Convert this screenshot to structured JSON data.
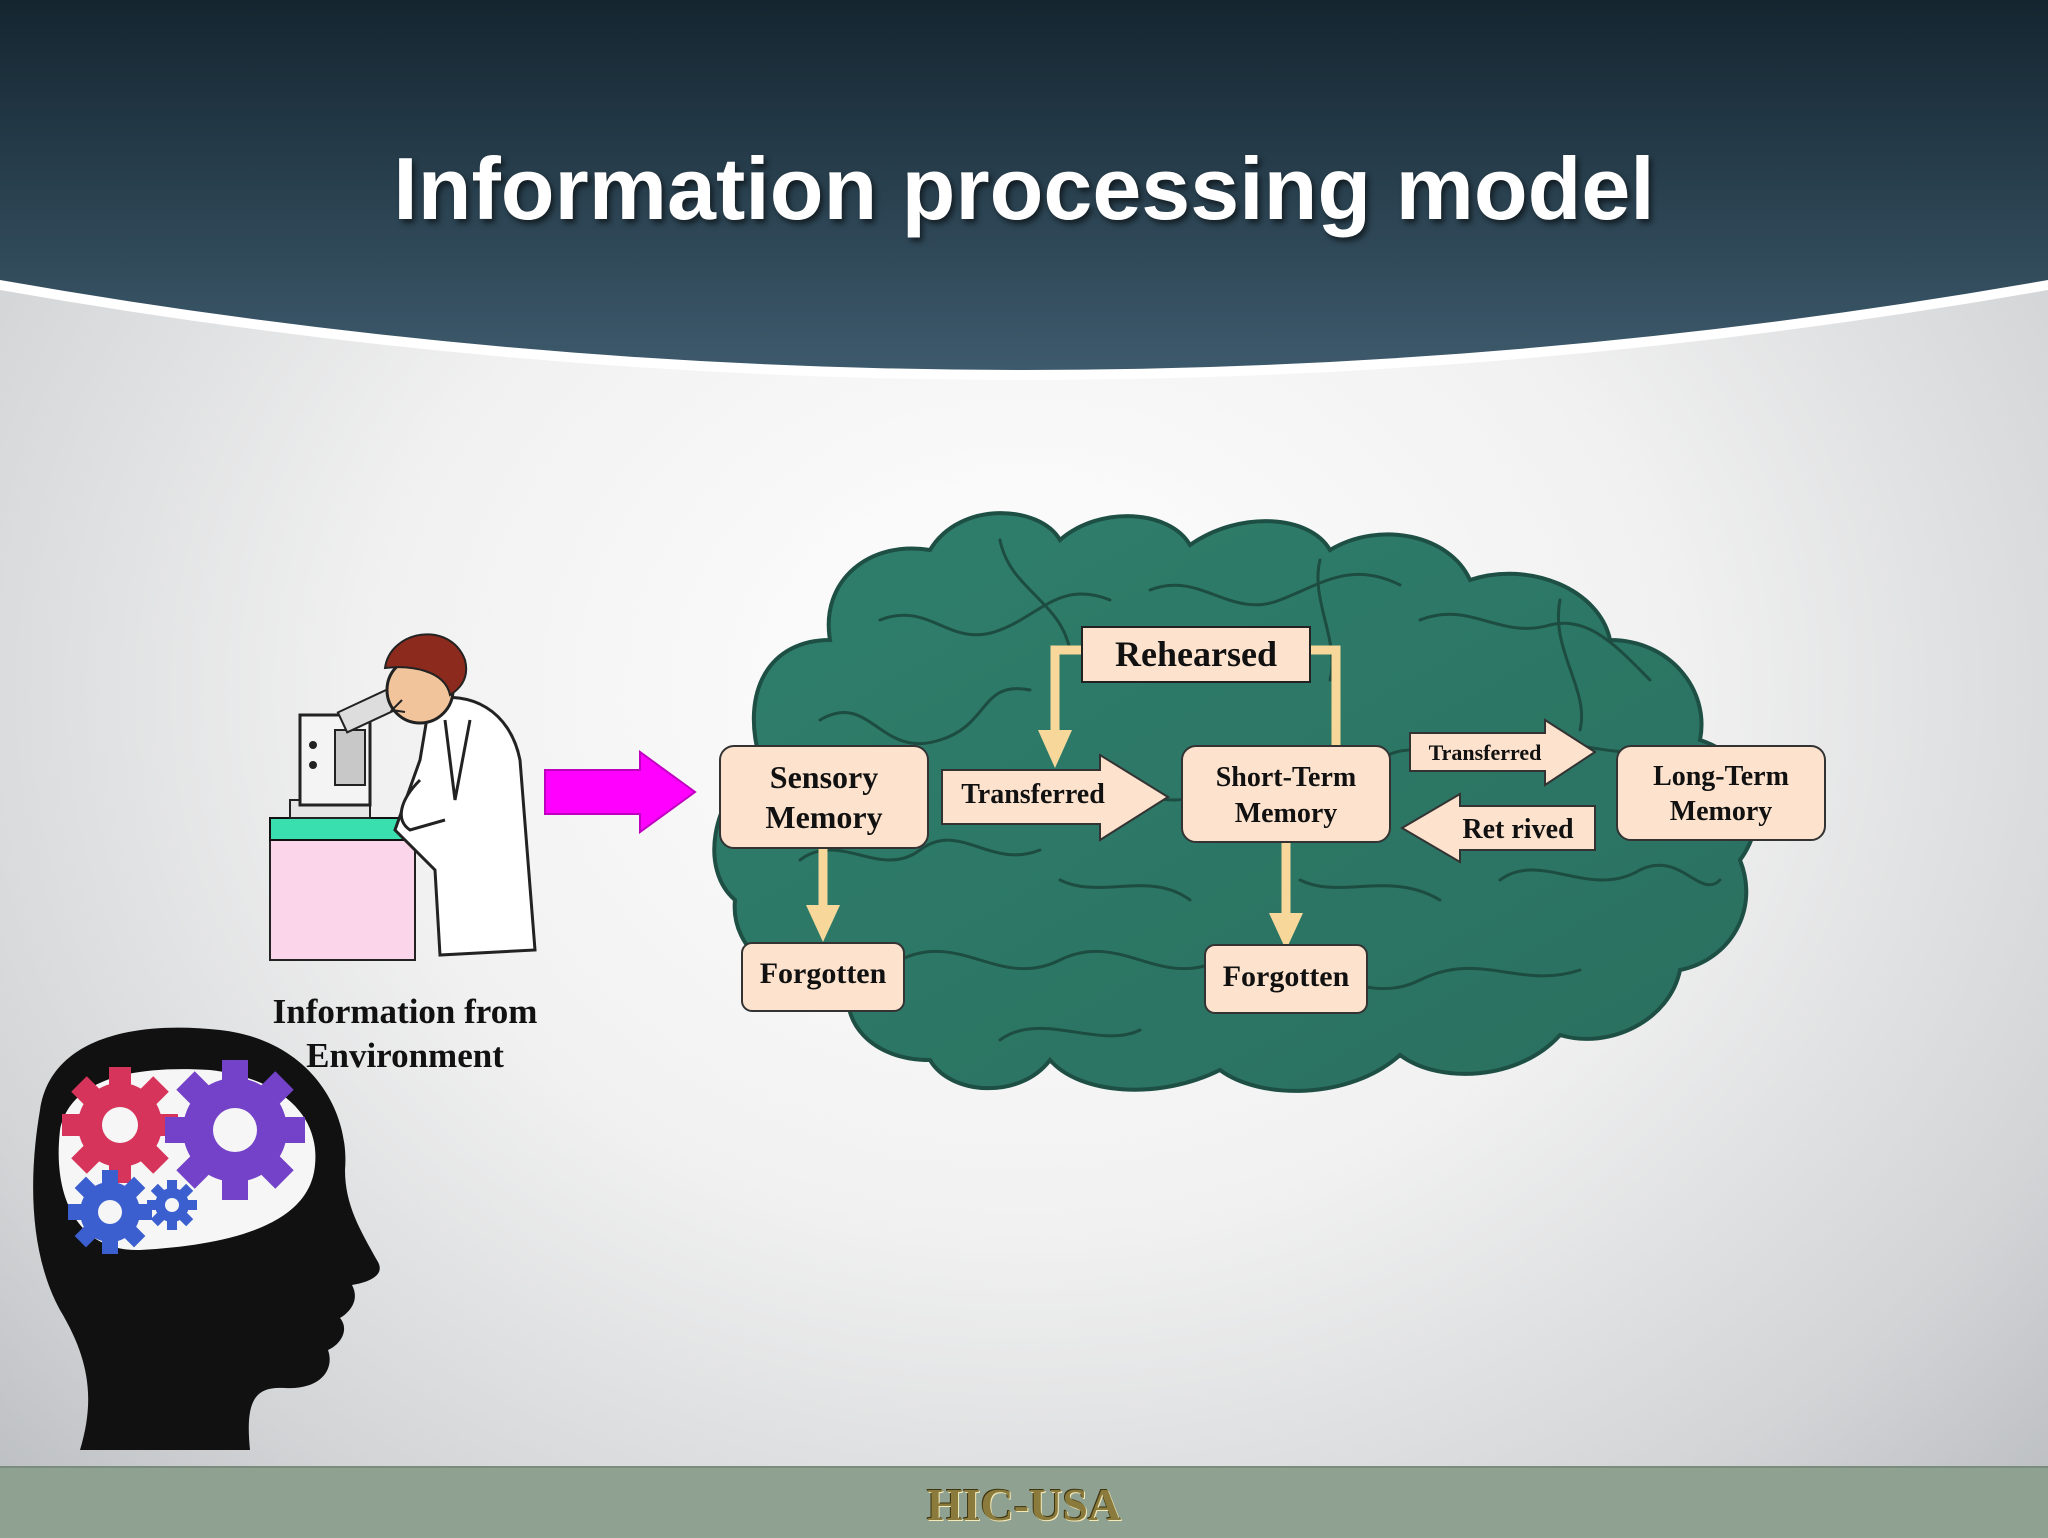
{
  "slide": {
    "title": "Information processing model",
    "footer": "HIC-USA",
    "colors": {
      "header": "#1b2f3c",
      "brain": "#2e7a68",
      "box_fill": "#fde3cd",
      "arrow_fill": "#fde3cd",
      "connector": "#f7d89a",
      "input_arrow": "#ff00ff",
      "footer_bar": "#8fa190"
    }
  },
  "environment": {
    "caption_line1": "Information from",
    "caption_line2": "Environment",
    "illustration": "scientist-microscope-icon"
  },
  "diagram": {
    "sensory_line1": "Sensory",
    "sensory_line2": "Memory",
    "short_line1": "Short-Term",
    "short_line2": "Memory",
    "long_line1": "Long-Term",
    "long_line2": "Memory",
    "rehearsed": "Rehearsed",
    "transferred_1": "Transferred",
    "transferred_2": "Transferred",
    "retrieved": "Ret rived",
    "forgotten_1": "Forgotten",
    "forgotten_2": "Forgotten"
  },
  "decoration": {
    "icon": "head-gears-icon"
  }
}
